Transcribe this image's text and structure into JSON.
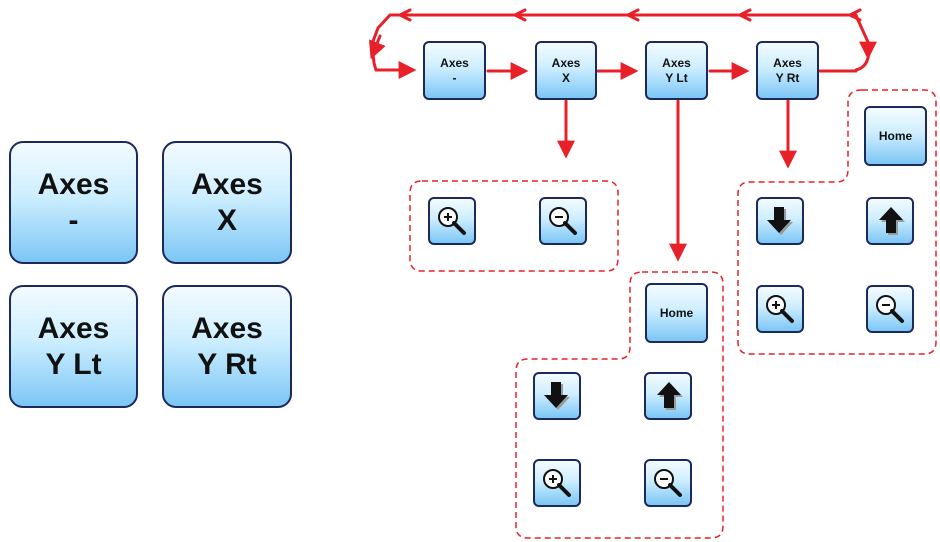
{
  "large_buttons": [
    {
      "line1": "Axes",
      "line2": "-"
    },
    {
      "line1": "Axes",
      "line2": "X"
    },
    {
      "line1": "Axes",
      "line2": "Y Lt"
    },
    {
      "line1": "Axes",
      "line2": "Y Rt"
    }
  ],
  "cycle_buttons": [
    {
      "line1": "Axes",
      "line2": "-"
    },
    {
      "line1": "Axes",
      "line2": "X"
    },
    {
      "line1": "Axes",
      "line2": "Y Lt"
    },
    {
      "line1": "Axes",
      "line2": "Y Rt"
    }
  ],
  "home_label": "Home",
  "colors": {
    "arrow": "#e8202a",
    "dashed_border": "#e8202a",
    "button_border": "#1b2a5a",
    "button_gradient_bottom": "#7cc6f5"
  },
  "icons": {
    "zoom_in": "zoom-in-icon",
    "zoom_out": "zoom-out-icon",
    "pan_down": "arrow-down-icon",
    "pan_up": "arrow-up-icon"
  }
}
